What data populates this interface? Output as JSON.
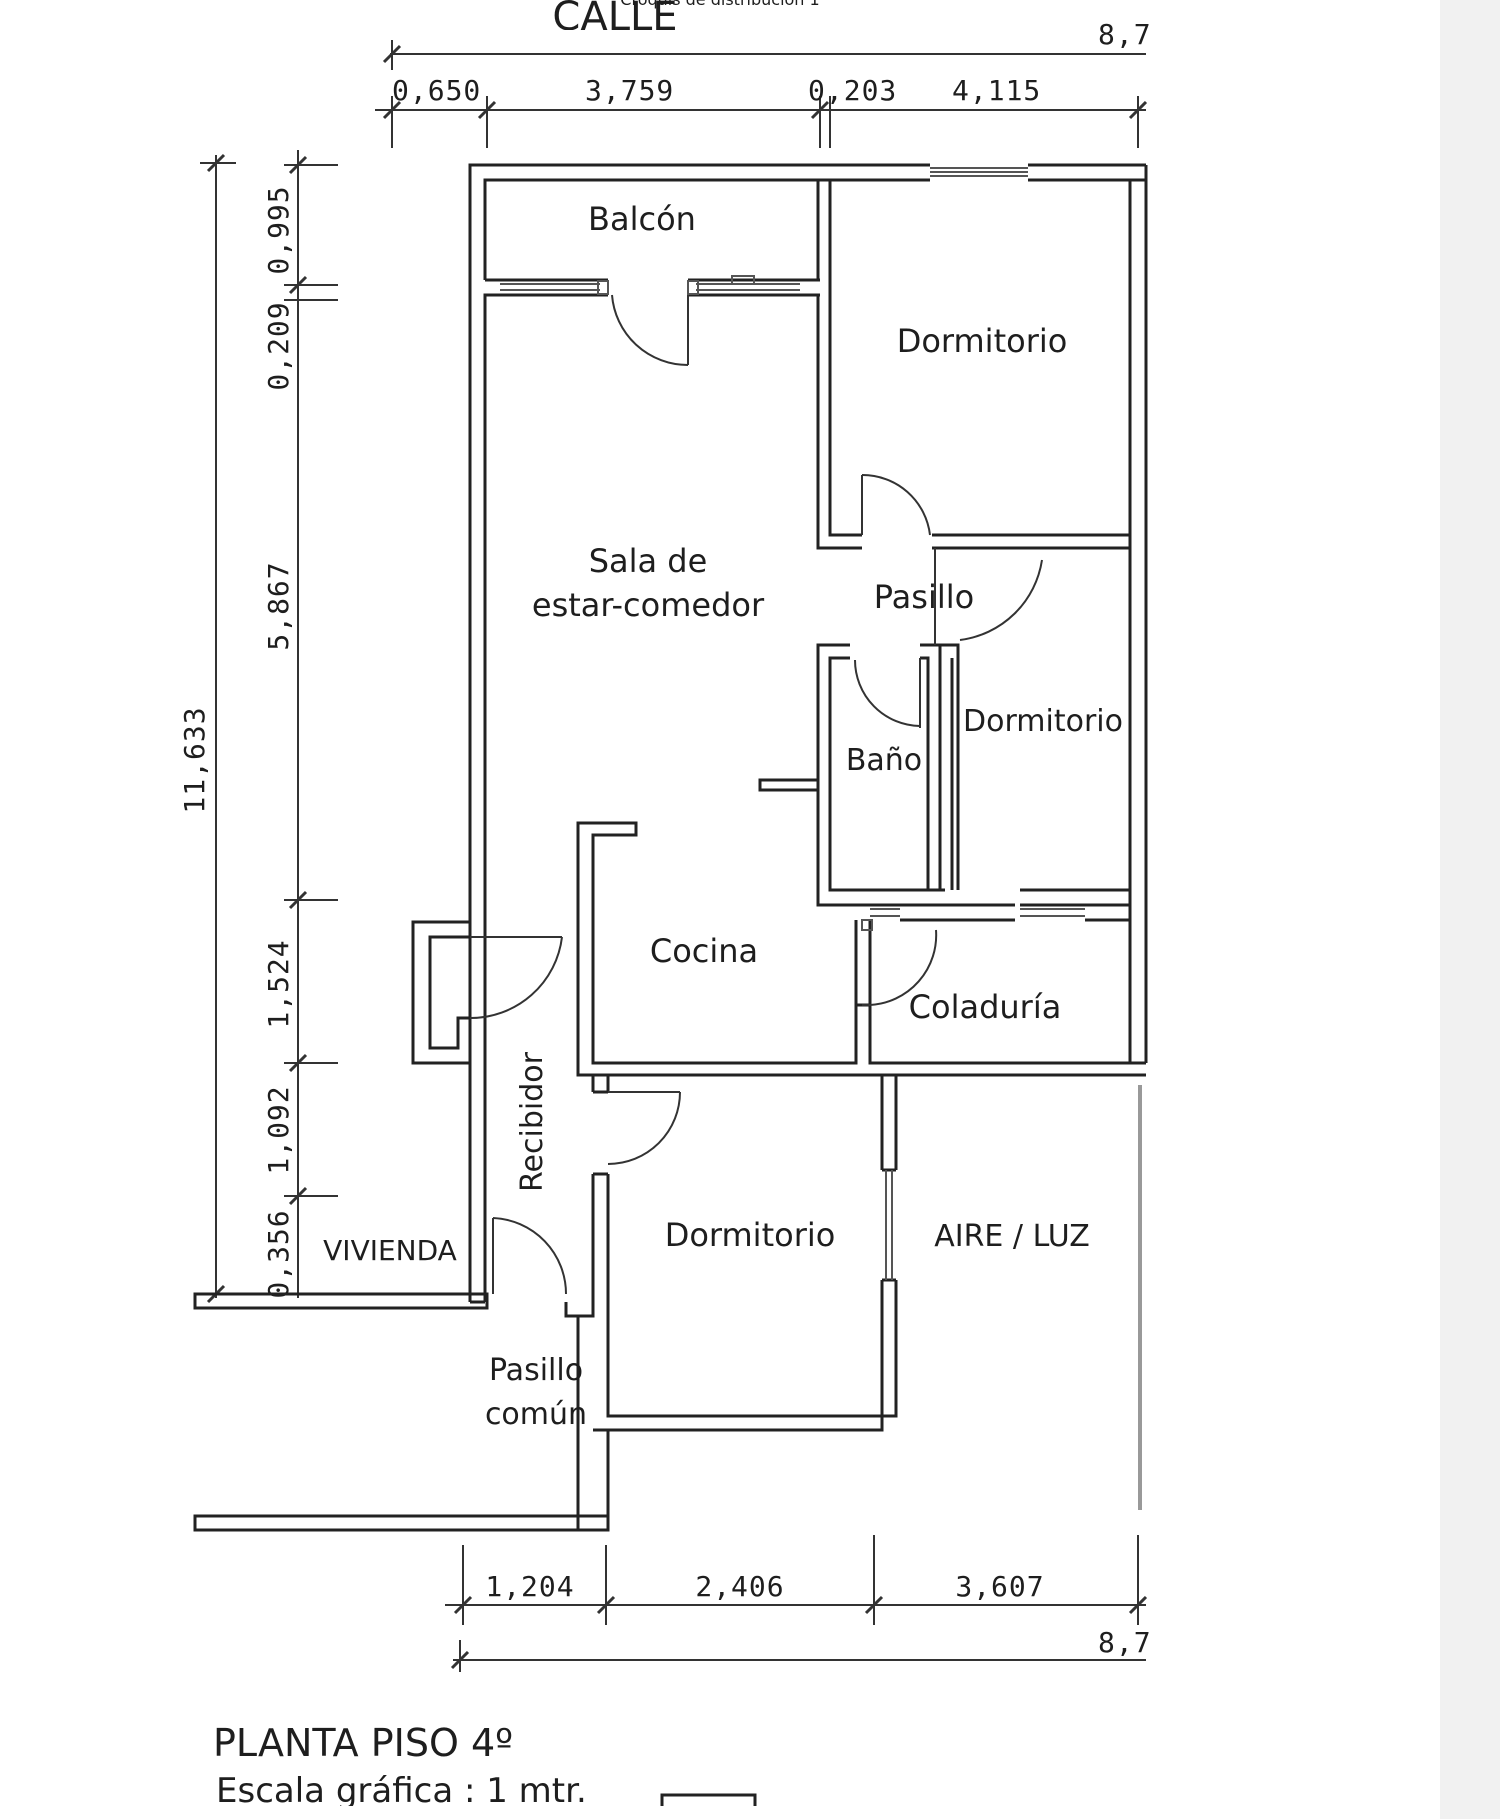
{
  "header": {
    "caption": "Croquis de distribución 1",
    "street_label_fragment": "CALLE"
  },
  "dimensions": {
    "top_total": "8,7",
    "top_segments": [
      "0,650",
      "3,759",
      "0,203",
      "4,115"
    ],
    "left_total": "11,633",
    "left_segments": [
      "0,995",
      "0,209",
      "5,867",
      "1,524",
      "1,092",
      "0,356"
    ],
    "bottom_segments": [
      "1,204",
      "2,406",
      "3,607"
    ],
    "bottom_total": "8,7"
  },
  "rooms": {
    "balcon": "Balcón",
    "dormitorio_1": "Dormitorio",
    "sala_line1": "Sala de",
    "sala_line2": "estar-comedor",
    "pasillo": "Pasillo",
    "dormitorio_2": "Dormitorio",
    "bano": "Baño",
    "cocina": "Cocina",
    "coladuria": "Coladuría",
    "recibidor": "Recibidor",
    "vivienda": "VIVIENDA",
    "dormitorio_3": "Dormitorio",
    "aire_luz": "AIRE / LUZ",
    "pasillo_comun_line1": "Pasillo",
    "pasillo_comun_line2": "común"
  },
  "footer": {
    "title": "PLANTA PISO 4º",
    "scale": "Escala gráfica : 1 mtr."
  }
}
